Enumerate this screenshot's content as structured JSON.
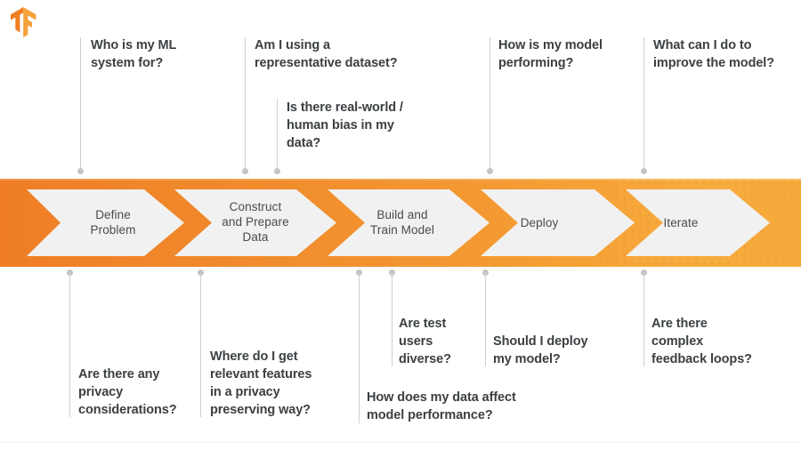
{
  "logo": {
    "name": "tensorflow-logo",
    "colors": {
      "light": "#f6a03a",
      "mid": "#ef7e22",
      "dark": "#e2731b"
    }
  },
  "theme": {
    "band_orange_left": "#ef7e26",
    "band_orange_right": "#f6a93b",
    "chevron_fill": "#f1f1f1",
    "text_dark": "#3c4043",
    "connector_gray": "#cfcfcf"
  },
  "pipeline": {
    "name": "ml-lifecycle-pipeline",
    "stages": [
      {
        "id": "define-problem",
        "label": "Define\nProblem"
      },
      {
        "id": "construct-prepare-data",
        "label": "Construct\nand Prepare\nData"
      },
      {
        "id": "build-train-model",
        "label": "Build and\nTrain Model"
      },
      {
        "id": "deploy",
        "label": "Deploy"
      },
      {
        "id": "iterate",
        "label": "Iterate"
      }
    ]
  },
  "callouts_top": [
    {
      "id": "who-is-my-ml-system-for",
      "text": "Who is my ML\nsystem for?"
    },
    {
      "id": "am-i-using-representative-dataset",
      "text": "Am I using a\nrepresentative dataset?"
    },
    {
      "id": "is-there-real-world-human-bias",
      "text": "Is there real-world /\nhuman bias in my\ndata?"
    },
    {
      "id": "how-is-my-model-performing",
      "text": "How is my model\nperforming?"
    },
    {
      "id": "what-can-i-do-to-improve-the-model",
      "text": "What can I do to\nimprove the model?"
    }
  ],
  "callouts_bottom": [
    {
      "id": "are-there-any-privacy-considerations",
      "text": "Are there any\nprivacy\nconsiderations?"
    },
    {
      "id": "where-do-i-get-relevant-features",
      "text": "Where do I get\nrelevant features\nin a privacy\npreserving way?"
    },
    {
      "id": "how-does-my-data-affect-model-performance",
      "text": "How does my data affect\nmodel performance?"
    },
    {
      "id": "are-test-users-diverse",
      "text": "Are test\nusers\ndiverse?"
    },
    {
      "id": "should-i-deploy-my-model",
      "text": "Should I deploy\nmy model?"
    },
    {
      "id": "are-there-complex-feedback-loops",
      "text": "Are there\ncomplex\nfeedback loops?"
    }
  ]
}
